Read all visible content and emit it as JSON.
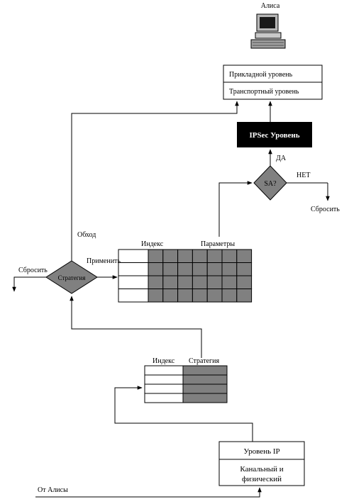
{
  "alice": {
    "label": "Алиса",
    "icon": "computer-icon"
  },
  "top_stack": {
    "app_layer": "Прикладной уровень",
    "transport_layer": "Транспортный уровень"
  },
  "ipsec": {
    "label": "IPSec Уровень"
  },
  "sa_decision": {
    "label": "SA?",
    "yes": "ДА",
    "no": "НЕТ",
    "drop": "Сбросить"
  },
  "policy_decision": {
    "label": "Стратегия",
    "bypass": "Обход",
    "apply": "Применить",
    "drop": "Сбросить"
  },
  "sad_table": {
    "index_header": "Индекс",
    "params_header": "Параметры",
    "rows": 4,
    "param_cols": 7
  },
  "spd_table": {
    "index_header": "Индекс",
    "policy_header": "Стратегия",
    "rows": 4
  },
  "bottom_stack": {
    "ip_layer": "Уровень IP",
    "link_layer_line1": "Канальный и",
    "link_layer_line2": "физический"
  },
  "input": {
    "label": "От Алисы"
  },
  "colors": {
    "diamond": "#808080",
    "cell_dark": "#808080",
    "ipsec_bg": "#000000"
  }
}
